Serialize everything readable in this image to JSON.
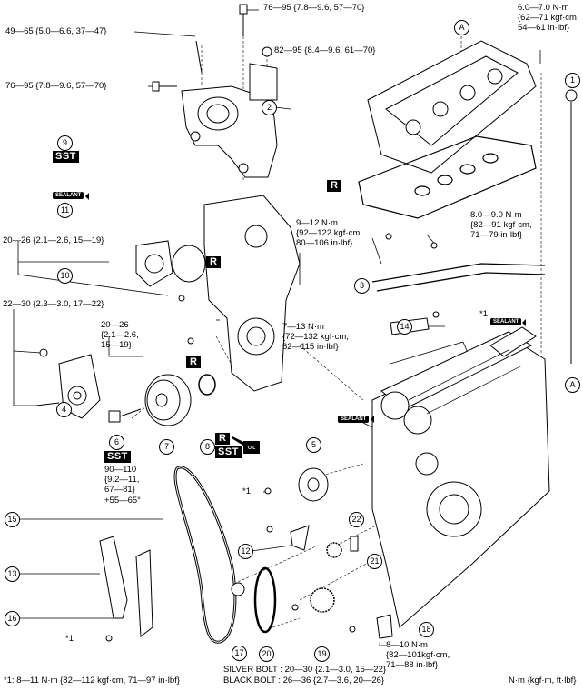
{
  "torques": {
    "t1": "76—95 {7.8—9.6, 57—70}",
    "t2": "49—65 {5.0—6.6, 37—47}",
    "t3": "82—95 {8.4—9.6, 61—70}",
    "t4": "76—95 {7.8—9.6, 57—70}",
    "t5": [
      "6.0—7.0 N·m",
      "{62—71  kgf·cm,",
      "54—61 in·lbf}"
    ],
    "t6": [
      "9—12 N·m",
      "{92—122 kgf·cm,",
      "80—106 in·lbf}"
    ],
    "t7": [
      "8.0—9.0 N·m",
      "{82—91 kgf·cm,",
      "71—79 in·lbf}"
    ],
    "t8": "20—26 {2.1—2.6, 15—19}",
    "t9": "22—30 {2.3—3.0, 17—22}",
    "t10": [
      "20—26",
      "{2.1—2.6,",
      "15—19}"
    ],
    "t11": [
      "7—13 N·m",
      "{72—132 kgf·cm,",
      "62—115 in·lbf}"
    ],
    "t12": [
      "90—110",
      "{9.2—11,",
      "67—81}",
      "+55—65°"
    ],
    "t13": [
      "8—10 N·m",
      "{82—101kgf·cm,",
      "71—88 in·lbf}"
    ],
    "silver": "SILVER BOLT : 20—30 {2.1—3.0, 15—22}",
    "black": "BLACK BOLT : 26—36 {2.7—3.6, 20—26}",
    "note": "*1: 8—11 N·m {82—112 kgf·cm, 71—97 in·lbf}",
    "unit": "N·m {kgf·m, ft·lbf}",
    "star": "*1"
  },
  "callouts": {
    "c1": "1",
    "c2": "2",
    "c3": "3",
    "c4": "4",
    "c5": "5",
    "c6": "6",
    "c7": "7",
    "c8": "8",
    "c9": "9",
    "c10": "10",
    "c11": "11",
    "c12": "12",
    "c13": "13",
    "c14": "14",
    "c15": "15",
    "c16": "16",
    "c17": "17",
    "c18": "18",
    "c19": "19",
    "c20": "20",
    "c21": "21",
    "c22": "22",
    "cA": "A"
  },
  "tags": {
    "sst": "SST",
    "r": "R",
    "sealant": "SEALANT",
    "oil": "OIL"
  }
}
